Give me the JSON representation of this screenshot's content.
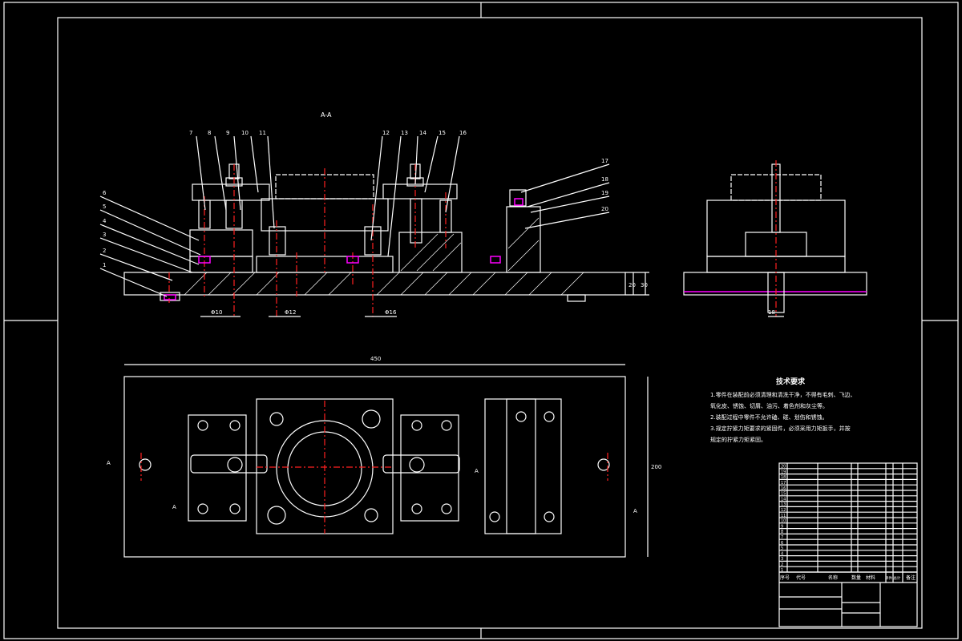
{
  "drawing": {
    "section_label": "A-A",
    "view_markers": [
      "A",
      "A",
      "A",
      "A"
    ],
    "part_callouts_left": [
      "6",
      "5",
      "4",
      "3",
      "2",
      "1"
    ],
    "part_callouts_top": [
      "7",
      "8",
      "9",
      "10",
      "11",
      "12",
      "13",
      "14",
      "15",
      "16"
    ],
    "part_callouts_right": [
      "17",
      "18",
      "19",
      "20"
    ],
    "dimensions": {
      "fit_1": "Φ10",
      "fit_2": "Φ12",
      "fit_3": "Φ16",
      "overall_length": "450",
      "overall_width": "200",
      "height_1": "20",
      "height_2": "30",
      "side_dim": "18"
    }
  },
  "technical_requirements": {
    "title": "技术要求",
    "items": [
      "1.零件在装配前必须清理和清洗干净，不得有毛刺、飞边、",
      "氧化皮、锈蚀、切屑、油污、着色剂和灰尘等。",
      "2.装配过程中零件不允许磕、碰、划伤和锈蚀。",
      "3.规定拧紧力矩要求的紧固件，必须采用力矩扳手，并按",
      "规定的拧紧力矩紧固。"
    ]
  },
  "parts_list": {
    "row_numbers": [
      "20",
      "19",
      "18",
      "17",
      "16",
      "15",
      "14",
      "13",
      "12",
      "11",
      "10",
      "9",
      "8",
      "7",
      "6",
      "5",
      "4",
      "3",
      "2",
      "1"
    ],
    "headers": [
      "序号",
      "代号",
      "名称",
      "数量",
      "材料",
      "单件 总计",
      "备注"
    ]
  },
  "colors": {
    "background": "#000000",
    "line": "#ffffff",
    "centerline": "#ff2020",
    "highlight": "#ff00ff"
  }
}
